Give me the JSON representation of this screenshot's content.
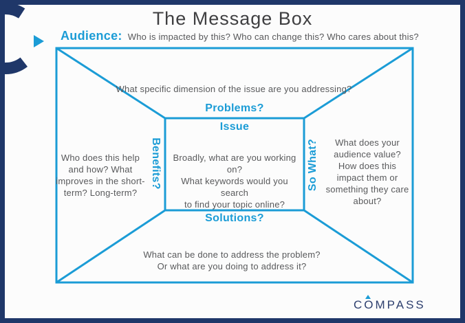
{
  "header": {
    "title": "The Message Box",
    "audience": {
      "label": "Audience:",
      "question": "Who is impacted by this? Who can change this? Who cares about this?"
    }
  },
  "message_box": {
    "problems": {
      "label": "Problems?",
      "question": "What specific dimension of the issue are you addressing?"
    },
    "issue": {
      "label": "Issue",
      "question_lines": [
        "Broadly, what are you working on?",
        "What keywords would you search",
        "to find your topic online?"
      ]
    },
    "benefits": {
      "label": "Benefits?",
      "question_lines": [
        "Who does this help",
        "and how? What",
        "improves in the short-",
        "term? Long-term?"
      ]
    },
    "so_what": {
      "label": "So What?",
      "question_lines": [
        "What does your",
        "audience value?",
        "How does this",
        "impact them or",
        "something they care",
        "about?"
      ]
    },
    "solutions": {
      "label": "Solutions?",
      "question_lines": [
        "What can be done to address the problem?",
        "Or what are you doing to address it?"
      ]
    }
  },
  "footer": {
    "logo_text": "COMPASS"
  },
  "colors": {
    "accent_cyan": "#1b9cd6",
    "brand_navy": "#1f3769",
    "body_text": "#58595b",
    "title_text": "#3f3f41"
  }
}
